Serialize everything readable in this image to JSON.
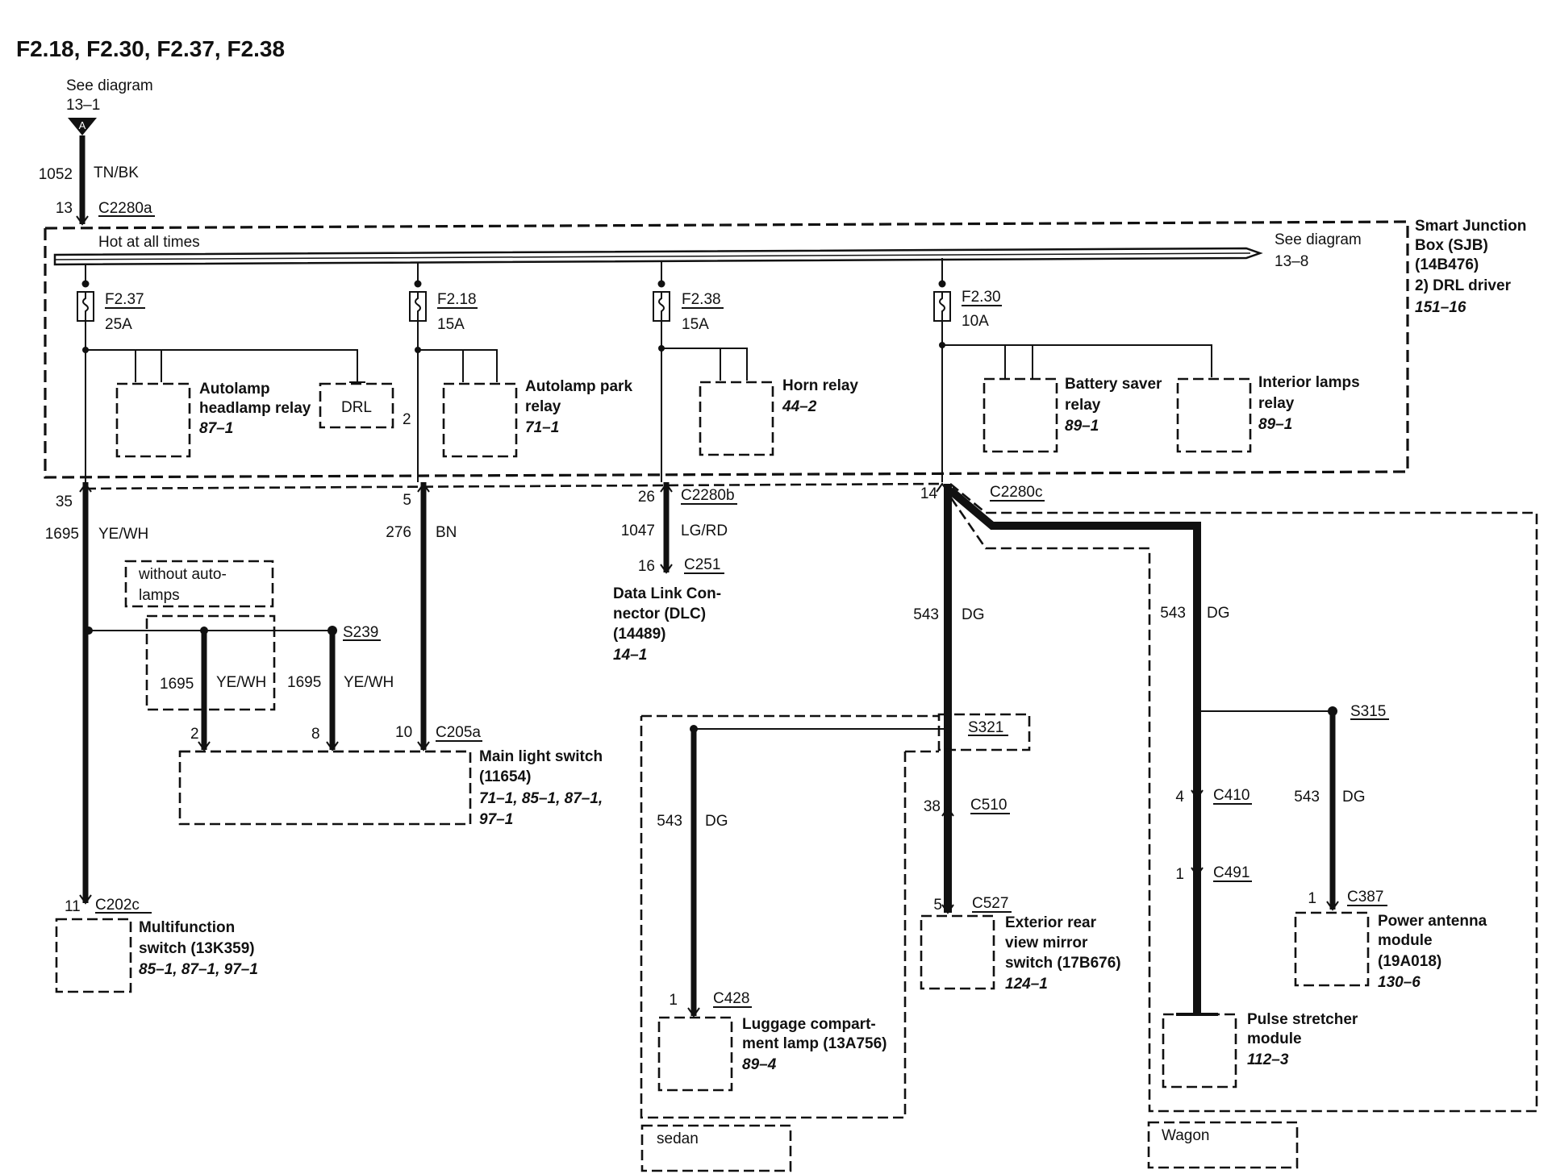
{
  "title": "F2.18, F2.30, F2.37, F2.38",
  "source": {
    "see": "See diagram",
    "ref": "13–1",
    "connector_letter": "A"
  },
  "bus": {
    "label": "Hot at all times",
    "see": "See diagram",
    "ref": "13–8"
  },
  "sjb": {
    "name": "Smart Junction",
    "line2": "Box (SJB)",
    "line3": "(14B476)",
    "line4": "2)      DRL driver",
    "ref": "151–16"
  },
  "feed": {
    "circuit": "1052",
    "color": "TN/BK",
    "pin": "13",
    "connector": "C2280a"
  },
  "fuses": [
    {
      "name": "F2.37",
      "rating": "25A"
    },
    {
      "name": "F2.18",
      "rating": "15A"
    },
    {
      "name": "F2.38",
      "rating": "15A"
    },
    {
      "name": "F2.30",
      "rating": "10A"
    }
  ],
  "relays": {
    "autolamp_headlamp": {
      "l1": "Autolamp",
      "l2": "headlamp relay",
      "ref": "87–1"
    },
    "drl": {
      "label": "DRL",
      "pin": "2"
    },
    "autolamp_park": {
      "l1": "Autolamp park",
      "l2": "relay",
      "ref": "71–1"
    },
    "horn": {
      "l1": "Horn relay",
      "ref": "44–2"
    },
    "battery_saver": {
      "l1": "Battery saver",
      "l2": "relay",
      "ref": "89–1"
    },
    "interior_lamps": {
      "l1": "Interior lamps",
      "l2": "relay",
      "ref": "89–1"
    }
  },
  "wires": {
    "w1695": {
      "pin": "35",
      "circuit": "1695",
      "color": "YE/WH"
    },
    "w276": {
      "pin": "5",
      "circuit": "276",
      "color": "BN"
    },
    "w1047": {
      "pin": "26",
      "connector": "C2280b",
      "circuit": "1047",
      "color": "LG/RD",
      "pin2": "16",
      "connector2": "C251"
    },
    "w543": {
      "pin": "14",
      "connector": "C2280c",
      "circuit": "543",
      "color": "DG"
    }
  },
  "option_without": {
    "l1": "without auto-",
    "l2": "lamps"
  },
  "splices": {
    "s239": "S239",
    "s321": "S321",
    "s315": "S315"
  },
  "branch": {
    "c1": "1695",
    "col1": "YE/WH",
    "c2": "1695",
    "col2": "YE/WH"
  },
  "main_light_switch": {
    "pin_a": "2",
    "pin_b": "8",
    "pin_c": "10",
    "connector": "C205a",
    "l1": "Main light switch",
    "l2": "(11654)",
    "ref1": "71–1, 85–1, 87–1,",
    "ref2": "97–1"
  },
  "multifunction": {
    "pin": "11",
    "connector": "C202c",
    "l1": "Multifunction",
    "l2": "switch (13K359)",
    "ref": "85–1, 87–1, 97–1"
  },
  "dlc": {
    "l1": "Data Link Con-",
    "l2": "nector (DLC)",
    "l3": "(14489)",
    "ref": "14–1"
  },
  "sedan": {
    "option": "sedan",
    "lamp_wire": {
      "circuit": "543",
      "color": "DG",
      "pin": "1",
      "connector": "C428"
    },
    "lamp": {
      "l1": "Luggage compart-",
      "l2": "ment lamp (13A756)",
      "ref": "89–4"
    }
  },
  "mirror": {
    "c510": {
      "pin": "38",
      "connector": "C510"
    },
    "c527": {
      "pin": "5",
      "connector": "C527"
    },
    "l1": "Exterior rear",
    "l2": "view mirror",
    "l3": "switch (17B676)",
    "ref": "124–1"
  },
  "wagon": {
    "option": "Wagon",
    "wire": {
      "circuit": "543",
      "color": "DG"
    },
    "c410": {
      "pin": "4",
      "connector": "C410"
    },
    "c491": {
      "pin": "1",
      "connector": "C491"
    },
    "pulse": {
      "l1": "Pulse stretcher",
      "l2": "module",
      "ref": "112–3"
    },
    "antenna_wire": {
      "circuit": "543",
      "color": "DG",
      "pin": "1",
      "connector": "C387"
    },
    "antenna": {
      "l1": "Power antenna",
      "l2": "module",
      "l3": "(19A018)",
      "ref": "130–6"
    }
  }
}
